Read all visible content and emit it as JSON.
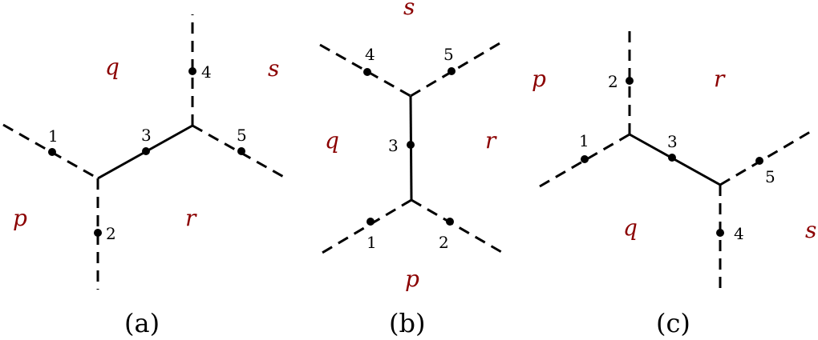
{
  "colors": {
    "region_label": "#8b0000",
    "edges": "#000000"
  },
  "panels": [
    {
      "caption": "(a)",
      "regions": [
        "q",
        "s",
        "p",
        "r"
      ],
      "points": [
        "1",
        "2",
        "3",
        "4",
        "5"
      ]
    },
    {
      "caption": "(b)",
      "regions": [
        "s",
        "q",
        "r",
        "p"
      ],
      "points": [
        "4",
        "5",
        "3",
        "1",
        "2"
      ]
    },
    {
      "caption": "(c)",
      "regions": [
        "p",
        "r",
        "q",
        "s"
      ],
      "points": [
        "2",
        "1",
        "3",
        "5",
        "4"
      ]
    }
  ]
}
